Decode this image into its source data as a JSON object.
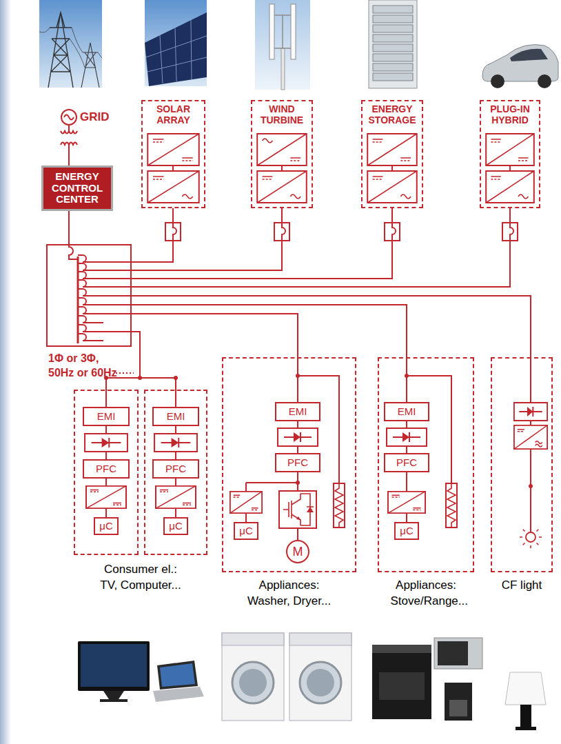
{
  "diagram": {
    "nodes": [
      {
        "text": [
          "ENERGY CONTROL CENTER"
        ]
      },
      {
        "text": [
          "SOLAR ARRAY"
        ]
      },
      {
        "text": [
          "WIND TURBINE"
        ]
      },
      {
        "text": [
          "ENERGY STORAGE"
        ]
      },
      {
        "text": [
          "PLUG-IN HYBRID"
        ]
      },
      {
        "text": []
      },
      {
        "text": [
          "EMI"
        ],
        "in": 5
      },
      {
        "text": [
          "PFC"
        ],
        "in": 5
      },
      {
        "text": [
          "μC"
        ],
        "in": 5
      },
      {
        "text": []
      },
      {
        "text": [
          "EMI"
        ],
        "in": 9
      },
      {
        "text": [
          "PFC"
        ],
        "in": 9
      },
      {
        "text": [
          "μC"
        ],
        "in": 9
      },
      {
        "text": [
          "Appliances: Washer, Dryer..."
        ]
      },
      {
        "text": [
          "EMI"
        ],
        "in": 13
      },
      {
        "text": [
          "PFC"
        ],
        "in": 13
      },
      {
        "text": [
          "μC"
        ],
        "in": 13
      },
      {
        "text": [
          "M"
        ],
        "in": 13
      },
      {
        "text": [
          "Appliances: Stove/Range..."
        ]
      },
      {
        "text": [
          "EMI"
        ],
        "in": 18
      },
      {
        "text": [
          "PFC"
        ],
        "in": 18
      },
      {
        "text": [
          "μC"
        ],
        "in": 18
      },
      {
        "text": [
          "CF light"
        ]
      }
    ],
    "labels": [
      "GRID",
      "1Φ or 3Φ, 50Hz or 60Hz",
      "Consumer el.: TV, Computer..."
    ]
  }
}
